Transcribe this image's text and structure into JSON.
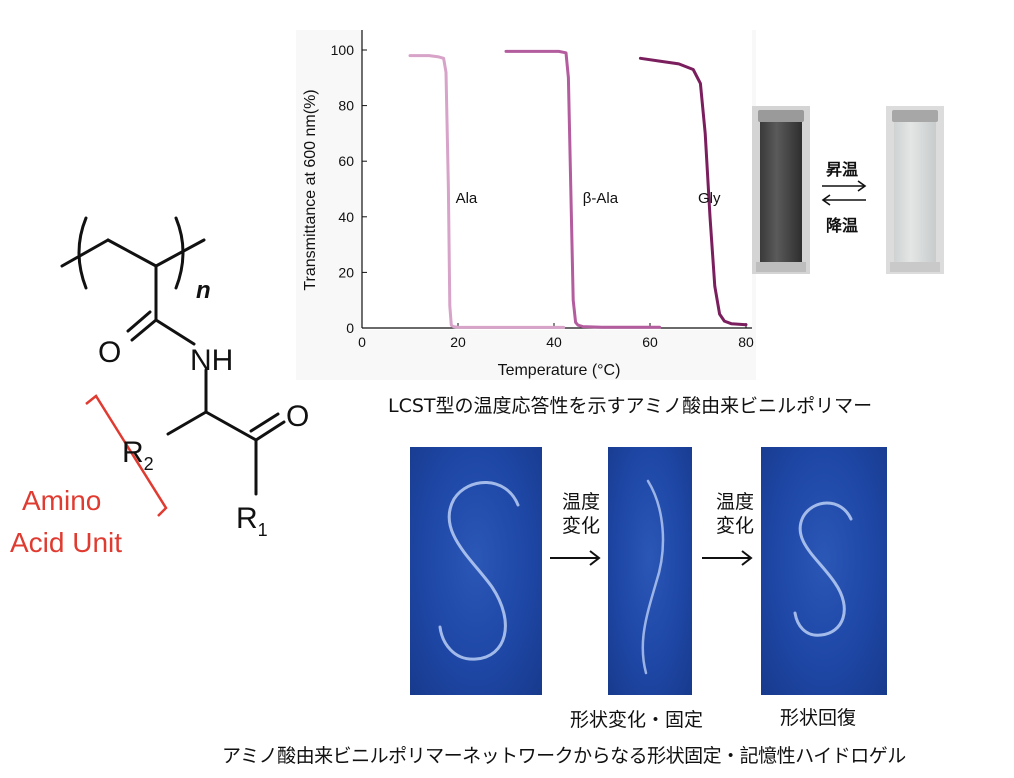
{
  "structure": {
    "n_label": "n",
    "o1": "O",
    "nh": "NH",
    "o2": "O",
    "r2_main": "R",
    "r2_sub": "2",
    "r1_main": "R",
    "r1_sub": "1",
    "unit_line1": "Amino",
    "unit_line2": "Acid Unit",
    "unit_color": "#e03b31"
  },
  "chart_data": {
    "type": "line",
    "xlabel": "Temperature (°C)",
    "ylabel": "Transmittance at 600 nm(%)",
    "xlim": [
      0,
      80
    ],
    "ylim": [
      0,
      100
    ],
    "xticks": [
      "0",
      "20",
      "40",
      "60",
      "80"
    ],
    "yticks": [
      "0",
      "20",
      "40",
      "60",
      "80",
      "100"
    ],
    "grid": false,
    "series": [
      {
        "name": "Ala",
        "color": "#d7a3c8",
        "x": [
          10,
          12,
          14,
          16,
          17,
          17.5,
          18,
          18.3,
          18.6,
          19,
          20,
          25,
          30,
          35,
          40,
          42
        ],
        "y": [
          98,
          98,
          98,
          97.5,
          97,
          92,
          50,
          8,
          1,
          0.5,
          0.3,
          0.2,
          0.2,
          0.2,
          0.2,
          0.2
        ]
      },
      {
        "name": "β-Ala",
        "color": "#b35c9e",
        "x": [
          30,
          34,
          38,
          41,
          42.5,
          43,
          43.5,
          44,
          44.5,
          45,
          46,
          50,
          55,
          60,
          62
        ],
        "y": [
          99.5,
          99.5,
          99.5,
          99.5,
          99,
          90,
          50,
          10,
          2,
          1,
          0.5,
          0.3,
          0.3,
          0.3,
          0.3
        ]
      },
      {
        "name": "Gly",
        "color": "#7a1e5e",
        "x": [
          58,
          62,
          66,
          69,
          70.5,
          71.5,
          72.5,
          73.5,
          74.5,
          75.5,
          77,
          80
        ],
        "y": [
          97,
          96,
          95,
          93,
          88,
          70,
          40,
          15,
          5,
          2.5,
          1.5,
          1.2
        ]
      }
    ]
  },
  "vial_labels": {
    "heat": "昇温",
    "cool": "降温"
  },
  "caption_top": "LCST型の温度応答性を示すアミノ酸由来ビニルポリマー",
  "shape_memory": {
    "arrow1_line1": "温度",
    "arrow1_line2": "変化",
    "arrow2_line1": "温度",
    "arrow2_line2": "変化",
    "label_middle": "形状変化・固定",
    "label_right": "形状回復"
  },
  "caption_bottom": "アミノ酸由来ビニルポリマーネットワークからなる形状固定・記憶性ハイドロゲル"
}
